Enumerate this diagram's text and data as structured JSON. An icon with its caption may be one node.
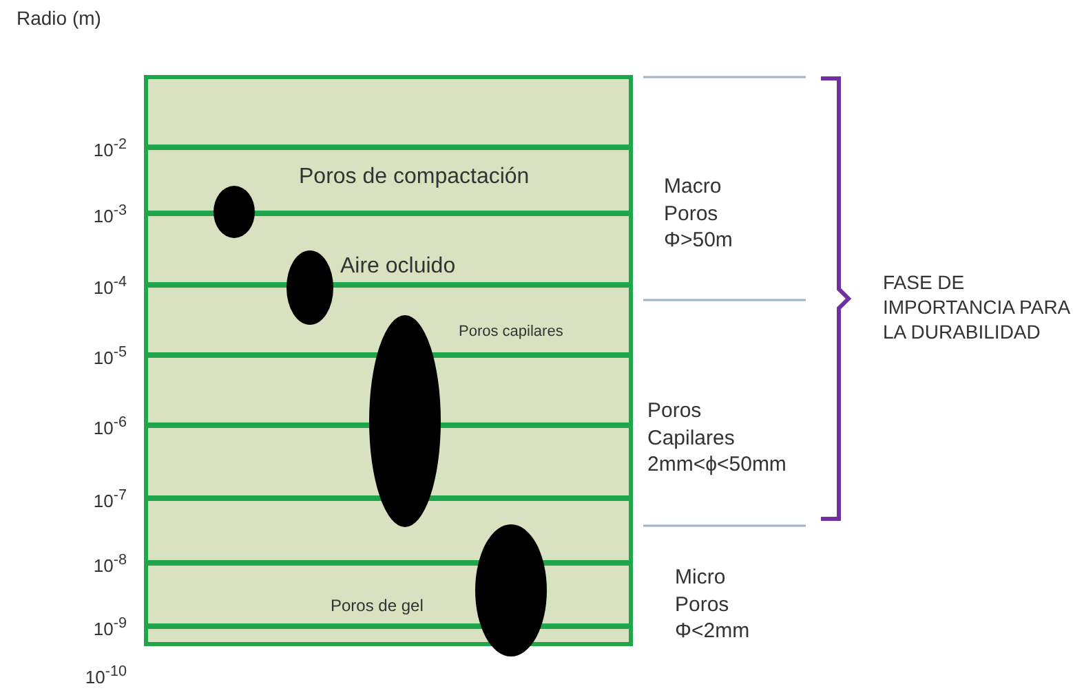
{
  "diagram": {
    "labels": [
      "Radio (m)",
      "10$^{-2}$",
      "Poros de compactación",
      "10$^{-3}$",
      "Macro Poros Φ>50m",
      "Aire ocluido",
      "FASE DE IMPORTANCIA PARA LA DURABILIDAD",
      "10$^{-4}$",
      "Poros capilares",
      "10$^{-5}$",
      "10$^{-6}$",
      "Poros Capilares 2mm<ϕ<50mm",
      "10$^{-7}$",
      "10$^{-8}$",
      "Micro Poros Φ<2mm",
      "Poros de gel",
      "10$^{-9}$",
      "10$^{-10}$"
    ]
  }
}
